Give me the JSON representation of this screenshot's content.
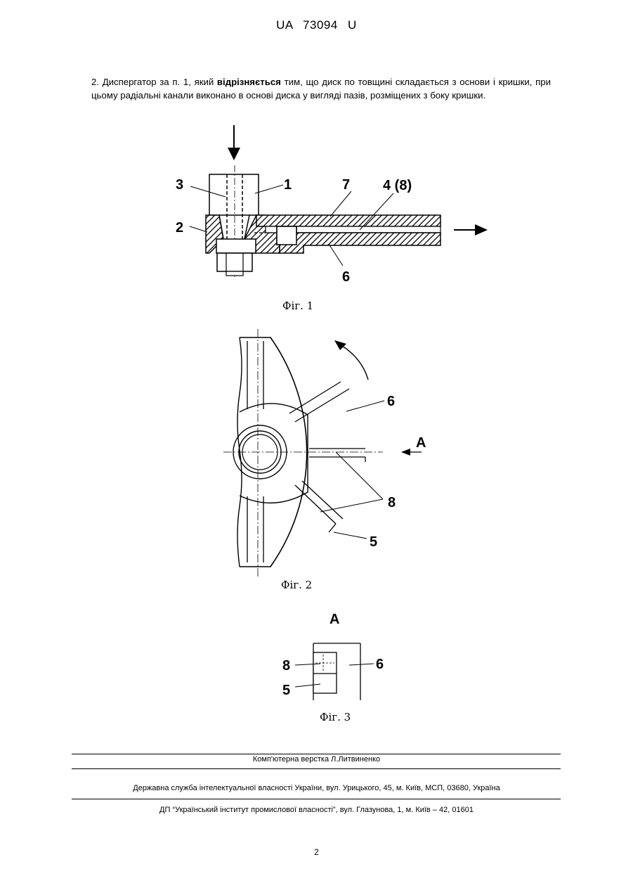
{
  "header": {
    "doc_number": "UA 73094 U"
  },
  "claim": {
    "part1": "2. Диспергатор за п. 1, який ",
    "bold": "відрізняється",
    "part2": " тим, що диск по товщині складається з основи і кришки, при цьому радіальні канали виконано в основі диска у вигляді пазів, розміщених з боку кришки."
  },
  "figures": {
    "fig1": {
      "caption": "Фіг. 1",
      "labels": {
        "l1": "1",
        "l2": "2",
        "l3": "3",
        "l4": "4 (8)",
        "l6": "6",
        "l7": "7"
      }
    },
    "fig2": {
      "caption": "Фіг. 2",
      "labels": {
        "l6": "6",
        "l8": "8",
        "l5": "5",
        "lA": "A"
      }
    },
    "fig3": {
      "caption": "Фіг. 3",
      "labels": {
        "title": "A",
        "l8": "8",
        "l6": "6",
        "l5": "5"
      }
    }
  },
  "footer": {
    "typesetting": "Комп'ютерна верстка Л.Литвиненко",
    "agency": "Державна служба інтелектуальної власності України, вул. Урицького, 45, м. Київ, МСП, 03680, Україна",
    "institute": "ДП “Український інститут промислової власності”, вул. Глазунова, 1, м. Київ – 42, 01601"
  },
  "page_number": "2"
}
